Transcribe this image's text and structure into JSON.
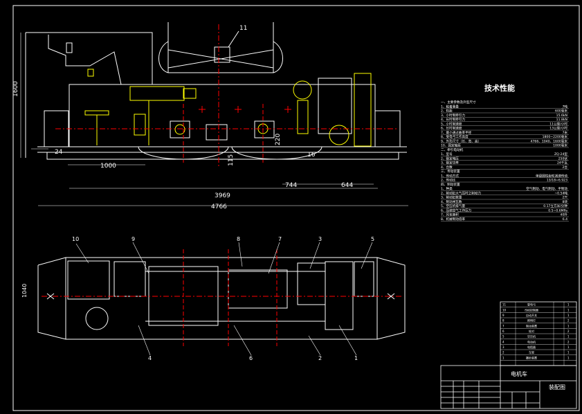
{
  "drawing": {
    "title_spec": "技术性能",
    "title_block": {
      "name": "电机车",
      "drawing_type": "装配图"
    },
    "part_labels": {
      "top": "11",
      "bottom": [
        "10",
        "9",
        "8",
        "7",
        "3",
        "5",
        "4",
        "6",
        "2",
        "1"
      ]
    },
    "dimensions": {
      "height_side": "1600",
      "offset_left": "24",
      "wheel_base": "1000",
      "total_inner": "3969",
      "total": "4766",
      "span_a": "744",
      "span_b": "644",
      "ground_clear": "115",
      "axle_h": "220",
      "gap_right": "16",
      "width_bottom": "1040"
    },
    "spec_sections": [
      {
        "head": "一、主要参数及外型尺寸",
        "items": [
          {
            "k": "1、粘着重量",
            "v": "7吨"
          },
          {
            "k": "2、轨距",
            "v": "600毫米"
          },
          {
            "k": "3、小时制牵引力",
            "v": "15.6kN"
          },
          {
            "k": "4、长时制牵引力",
            "v": "11.8kN"
          },
          {
            "k": "5、小时制速度",
            "v": "11公里/小时"
          },
          {
            "k": "6、长时制速度",
            "v": "13公里/小时"
          },
          {
            "k": "7、最小通过曲率半径",
            "v": "7米"
          },
          {
            "k": "8、受电弓工作高度",
            "v": "1800~2200毫米"
          },
          {
            "k": "9、外形尺寸（长、宽、高）",
            "v": "4766、1040、1600毫米"
          },
          {
            "k": "10、固定轴距",
            "v": "1000毫米"
          }
        ]
      },
      {
        "head": "二、牵引电动机",
        "items": [
          {
            "k": "1、型号",
            "v": "ZQ-24型"
          },
          {
            "k": "2、额定电压",
            "v": "250伏"
          },
          {
            "k": "3、额定功率",
            "v": "24千瓦"
          },
          {
            "k": "4、台数",
            "v": "2台"
          }
        ]
      },
      {
        "head": "三、传动装置",
        "items": [
          {
            "k": "1、传动方式",
            "v": "单级圆柱齿轮减速传动"
          },
          {
            "k": "2、传动比",
            "v": "13/18=6.923"
          }
        ]
      },
      {
        "head": "四、制动装置",
        "items": [
          {
            "k": "1、种类",
            "v": "空气制动、电气制动、手制动"
          },
          {
            "k": "2、制动缸大气压时之制动力",
            "v": "~0.54吨"
          },
          {
            "k": "3、制动缸数量",
            "v": "2只"
          },
          {
            "k": "4、制动闸瓦数",
            "v": "8块"
          },
          {
            "k": "5、空压机排气量",
            "v": "0.17立方米/分钟"
          },
          {
            "k": "6、压缩空气工作压力",
            "v": "0.5~0.6MPa"
          },
          {
            "k": "7、风包容积",
            "v": "40升"
          },
          {
            "k": "8、机械制动倍率",
            "v": "6.4"
          }
        ]
      }
    ],
    "parts_table": [
      {
        "no": "11",
        "name": "受电弓",
        "qty": "1"
      },
      {
        "no": "10",
        "name": "司机控制器",
        "qty": "1"
      },
      {
        "no": "9",
        "name": "自动开关",
        "qty": "1"
      },
      {
        "no": "8",
        "name": "照明灯",
        "qty": "2"
      },
      {
        "no": "7",
        "name": "制动装置",
        "qty": "1"
      },
      {
        "no": "6",
        "name": "轮对",
        "qty": "2"
      },
      {
        "no": "5",
        "name": "空压机",
        "qty": "1"
      },
      {
        "no": "4",
        "name": "电动机",
        "qty": "2"
      },
      {
        "no": "3",
        "name": "电阻器",
        "qty": "1"
      },
      {
        "no": "2",
        "name": "车架",
        "qty": "1"
      },
      {
        "no": "1",
        "name": "撒砂装置",
        "qty": "1"
      }
    ]
  }
}
